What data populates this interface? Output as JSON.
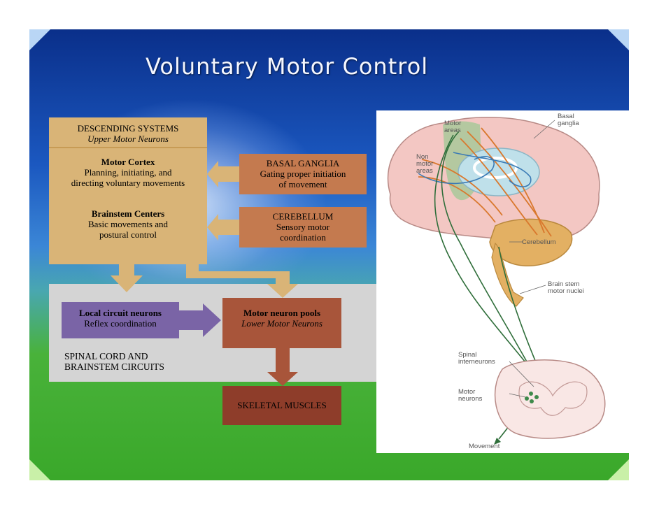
{
  "title": "Voluntary Motor Control",
  "flow": {
    "descending_systems": {
      "title": "DESCENDING SYSTEMS",
      "subtitle": "Upper Motor Neurons"
    },
    "motor_cortex": {
      "title": "Motor Cortex",
      "line1": "Planning, initiating, and",
      "line2": "directing voluntary movements"
    },
    "brainstem_centers": {
      "title": "Brainstem Centers",
      "line1": "Basic movements and",
      "line2": "postural control"
    },
    "basal_ganglia": {
      "title": "BASAL GANGLIA",
      "line1": "Gating proper initiation",
      "line2": "of movement"
    },
    "cerebellum": {
      "title": "CEREBELLUM",
      "line1": "Sensory motor",
      "line2": "coordination"
    },
    "local_circuit": {
      "title": "Local circuit neurons",
      "line1": "Reflex coordination"
    },
    "motor_pools": {
      "title": "Motor neuron pools",
      "subtitle": "Lower Motor Neurons"
    },
    "spinal_cord": {
      "line1": "SPINAL CORD AND",
      "line2": "BRAINSTEM CIRCUITS"
    },
    "skeletal_muscles": {
      "title": "SKELETAL MUSCLES"
    }
  },
  "brain_labels": {
    "basal_ganglia": [
      "Basal",
      "ganglia"
    ],
    "motor_areas": [
      "Motor",
      "areas"
    ],
    "non_motor_areas": [
      "Non",
      "motor",
      "areas"
    ],
    "cerebellum": "Cerebellum",
    "brain_stem": [
      "Brain stem",
      "motor nuclei"
    ],
    "spinal_interneurons": [
      "Spinal",
      "interneurons"
    ],
    "motor_neurons": [
      "Motor",
      "neurons"
    ],
    "movement": "Movement"
  },
  "colors": {
    "tan": "#d9b477",
    "rust": "#c47a4f",
    "purple": "#7a64a6",
    "brown": "#a8553a",
    "dark_brown": "#8e3d2a",
    "grey": "#d4d4d4",
    "slide_top": "#0a2f8a",
    "slide_bottom": "#3aa82a"
  }
}
